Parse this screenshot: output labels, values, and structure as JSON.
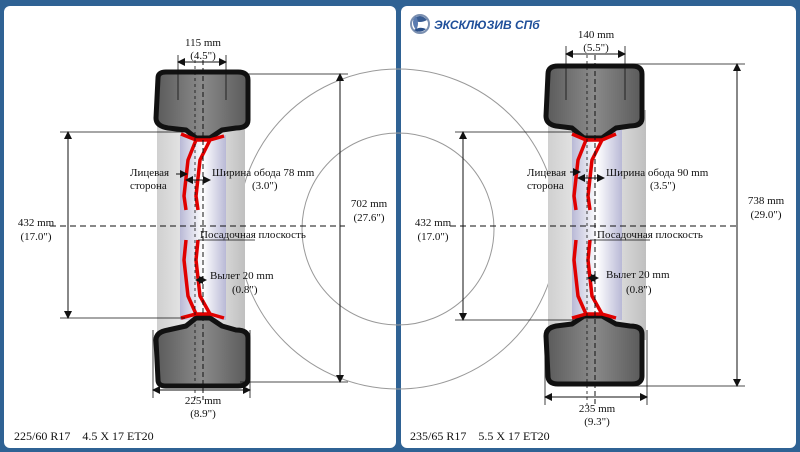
{
  "brand": {
    "name": "ЭКСКЛЮЗИВ СПб"
  },
  "colors": {
    "frame": "#2f6294",
    "rim": "#e00000",
    "tire": "#1a1a1a",
    "tire_fill": "#6a6a6a"
  },
  "left": {
    "caption": "225/60 R17    4.5 X 17 ET20",
    "rim_width_top": {
      "mm": "115 mm",
      "in": "(4.5\")"
    },
    "front_side": {
      "line1": "Лицевая",
      "line2": "сторона"
    },
    "rim_width": {
      "mm": "Ширина обода 78 mm",
      "in": "(3.0\")"
    },
    "rim_diameter": {
      "mm": "432 mm",
      "in": "(17.0\")"
    },
    "mounting_plane": "Посадочная плоскость",
    "offset": {
      "mm": "Вылет 20 mm",
      "in": "(0.8\")"
    },
    "tire_diameter": {
      "mm": "702 mm",
      "in": "(27.6\")"
    },
    "tire_width": {
      "mm": "225 mm",
      "in": "(8.9\")"
    }
  },
  "right": {
    "caption": "235/65 R17    5.5 X 17 ET20",
    "rim_width_top": {
      "mm": "140 mm",
      "in": "(5.5\")"
    },
    "front_side": {
      "line1": "Лицевая",
      "line2": "сторона"
    },
    "rim_width": {
      "mm": "Ширина обода 90 mm",
      "in": "(3.5\")"
    },
    "rim_diameter": {
      "mm": "432 mm",
      "in": "(17.0\")"
    },
    "mounting_plane": "Посадочная плоскость",
    "offset": {
      "mm": "Вылет 20 mm",
      "in": "(0.8\")"
    },
    "tire_diameter": {
      "mm": "738 mm",
      "in": "(29.0\")"
    },
    "tire_width": {
      "mm": "235 mm",
      "in": "(9.3\")"
    }
  }
}
